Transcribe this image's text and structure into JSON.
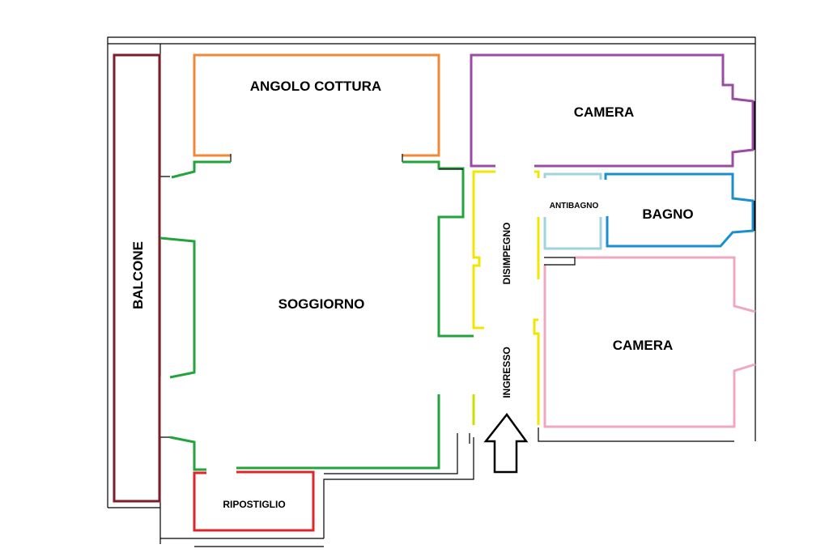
{
  "title": "Floor plan",
  "rooms": {
    "kitchen": "ANGOLO COTTURA",
    "bedroom_top": "CAMERA",
    "anteroom": "ANTIBAGNO",
    "bathroom": "BAGNO",
    "hallway": "DISIMPEGNO",
    "living": "SOGGIORNO",
    "balcony": "BALCONE",
    "entrance": "INGRESSO",
    "bedroom_bottom": "CAMERA",
    "storage": "RIPOSTIGLIO"
  },
  "colors": {
    "balcony": "#7f1d2b",
    "kitchen": "#f0883a",
    "living": "#22a33c",
    "bedroom_top": "#9b4aa6",
    "hallway": "#f2e600",
    "anteroom": "#9fd3e0",
    "bathroom": "#1a8fd0",
    "bedroom_bottom": "#f0a8c0",
    "storage": "#e0242a"
  },
  "icons": {
    "entrance_arrow": "arrow-up-outline"
  }
}
